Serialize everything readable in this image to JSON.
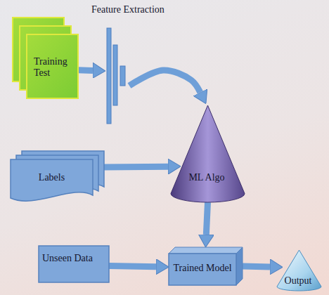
{
  "diagram": {
    "nodes": [
      {
        "text": [
          "Training Test"
        ]
      },
      {
        "text": [
          "Feature Extraction"
        ]
      },
      {
        "text": [
          "Labels"
        ]
      },
      {
        "text": [
          "ML Algo"
        ]
      },
      {
        "text": [
          "Unseen Data"
        ]
      },
      {
        "text": [
          "Trained Model"
        ]
      },
      {
        "text": [
          "Output"
        ]
      }
    ],
    "edges": [
      {
        "from": 0,
        "to": 1,
        "arrow": "to"
      },
      {
        "from": 1,
        "to": 3,
        "arrow": "to"
      },
      {
        "from": 2,
        "to": 3,
        "arrow": "to"
      },
      {
        "from": 3,
        "to": 5,
        "arrow": "to"
      },
      {
        "from": 4,
        "to": 5,
        "arrow": "to"
      },
      {
        "from": 5,
        "to": 6,
        "arrow": "to"
      }
    ]
  }
}
